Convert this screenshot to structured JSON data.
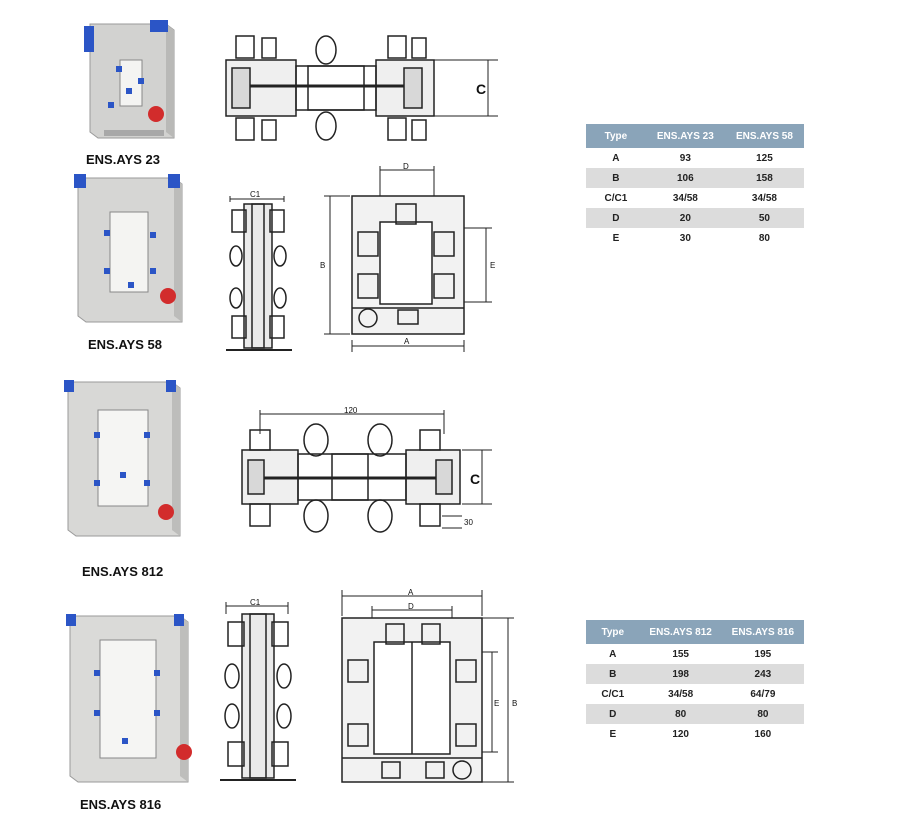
{
  "products": [
    {
      "name": "ENS.AYS 23"
    },
    {
      "name": "ENS.AYS 58"
    },
    {
      "name": "ENS.AYS 812"
    },
    {
      "name": "ENS.AYS 816"
    }
  ],
  "dimension_labels": {
    "a": "A",
    "b": "B",
    "c": "C",
    "c1": "C1",
    "d": "D",
    "e": "E",
    "w120": "120",
    "w30": "30"
  },
  "table_small": {
    "headers": [
      "Type",
      "ENS.AYS 23",
      "ENS.AYS 58"
    ],
    "rows": [
      [
        "A",
        "93",
        "125"
      ],
      [
        "B",
        "106",
        "158"
      ],
      [
        "C/C1",
        "34/58",
        "34/58"
      ],
      [
        "D",
        "20",
        "50"
      ],
      [
        "E",
        "30",
        "80"
      ]
    ]
  },
  "table_large": {
    "headers": [
      "Type",
      "ENS.AYS 812",
      "ENS.AYS 816"
    ],
    "rows": [
      [
        "A",
        "155",
        "195"
      ],
      [
        "B",
        "198",
        "243"
      ],
      [
        "C/C1",
        "34/58",
        "64/79"
      ],
      [
        "D",
        "80",
        "80"
      ],
      [
        "E",
        "120",
        "160"
      ]
    ]
  }
}
